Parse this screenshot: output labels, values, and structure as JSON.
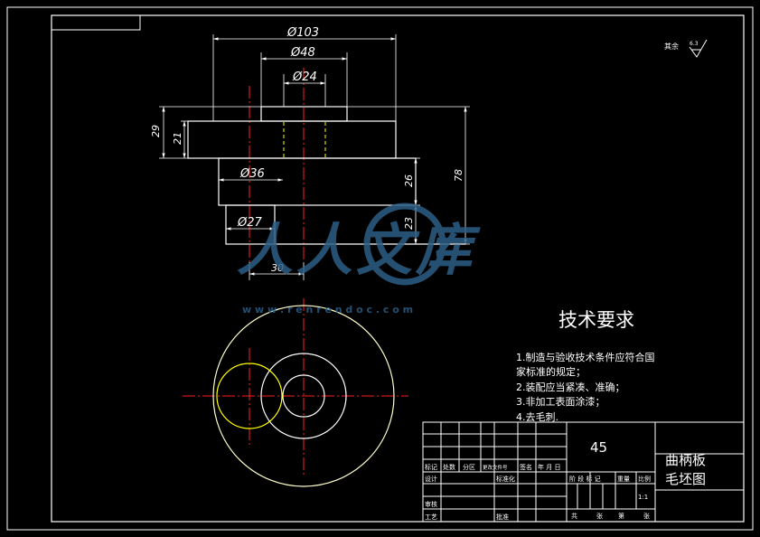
{
  "colors": {
    "background": "#000000",
    "outline": "#ffffff",
    "centerline": "#ff2020",
    "hidden_line": "#ffff00",
    "circles": "#ffffcc",
    "watermark": "#2c5f86"
  },
  "dimensions": {
    "d103": "Ø103",
    "d48": "Ø48",
    "d24": "Ø24",
    "d36": "Ø36",
    "d27": "Ø27",
    "h29": "29",
    "h21": "21",
    "h26": "26",
    "h23": "23",
    "h78": "78",
    "w30": "30"
  },
  "roughness": {
    "label": "其余",
    "value": "6.3"
  },
  "tech_requirements": {
    "title": "技术要求",
    "lines": [
      "1.制造与验收技术条件应符合国",
      "家标准的规定；",
      "2.装配应当紧凑、准确；",
      "3.非加工表面涂漆；",
      "4.去毛刺."
    ]
  },
  "title_block": {
    "material": "45",
    "part_name_line1": "曲柄板",
    "part_name_line2": "毛坯图",
    "scale": "1:1",
    "labels": {
      "mark": "标记",
      "count": "处数",
      "zone": "分区",
      "change_doc": "更改文件号",
      "signature": "签名",
      "date": "年 月 日",
      "design": "设计",
      "standardize": "标准化",
      "review": "审核",
      "process": "工艺",
      "approve": "批准",
      "stage_mark": "阶 段 标 记",
      "weight": "重量",
      "ratio": "比例",
      "total": "共",
      "sheet": "张",
      "page_no": "第",
      "page": "张"
    }
  },
  "watermark": {
    "text": "人人文库",
    "url": "w w w . r e n r e n d o c . c o m"
  }
}
